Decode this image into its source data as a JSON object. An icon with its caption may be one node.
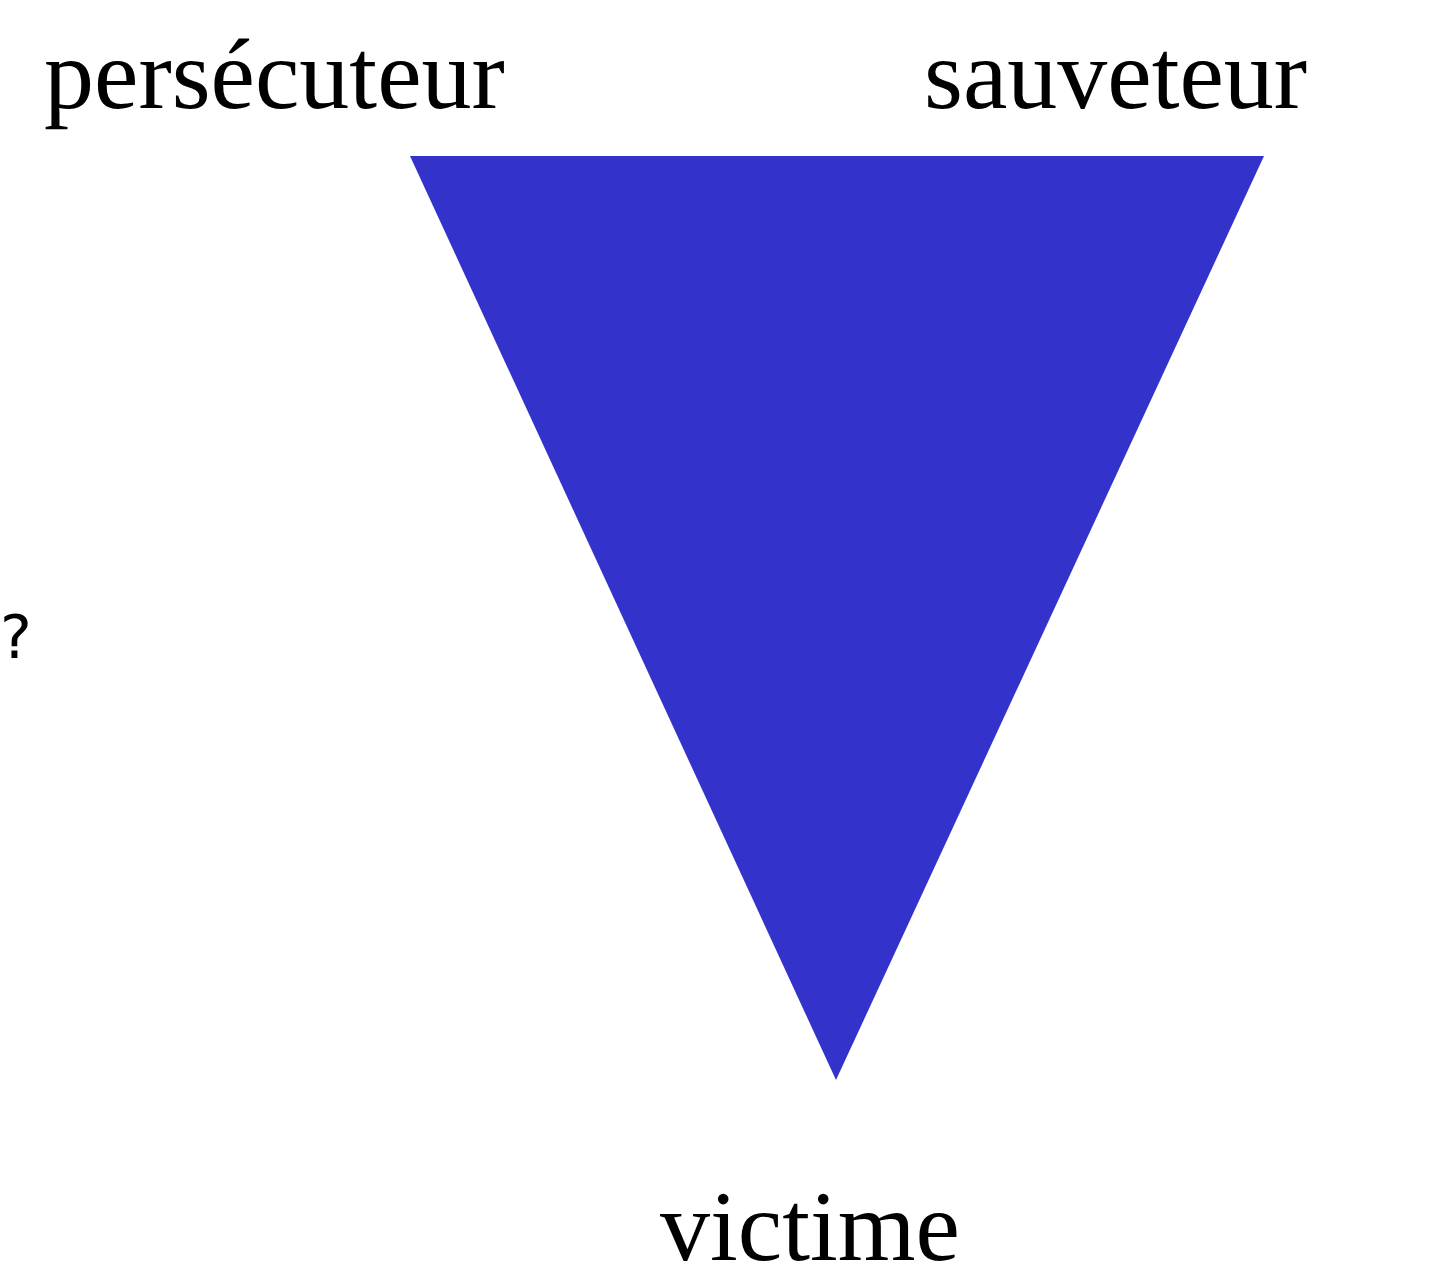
{
  "diagram": {
    "nodes": [
      {
        "text": [],
        "shape": "triangle"
      }
    ],
    "labels": [
      "persécuteur",
      "sauveteur",
      "?",
      "victime"
    ]
  }
}
